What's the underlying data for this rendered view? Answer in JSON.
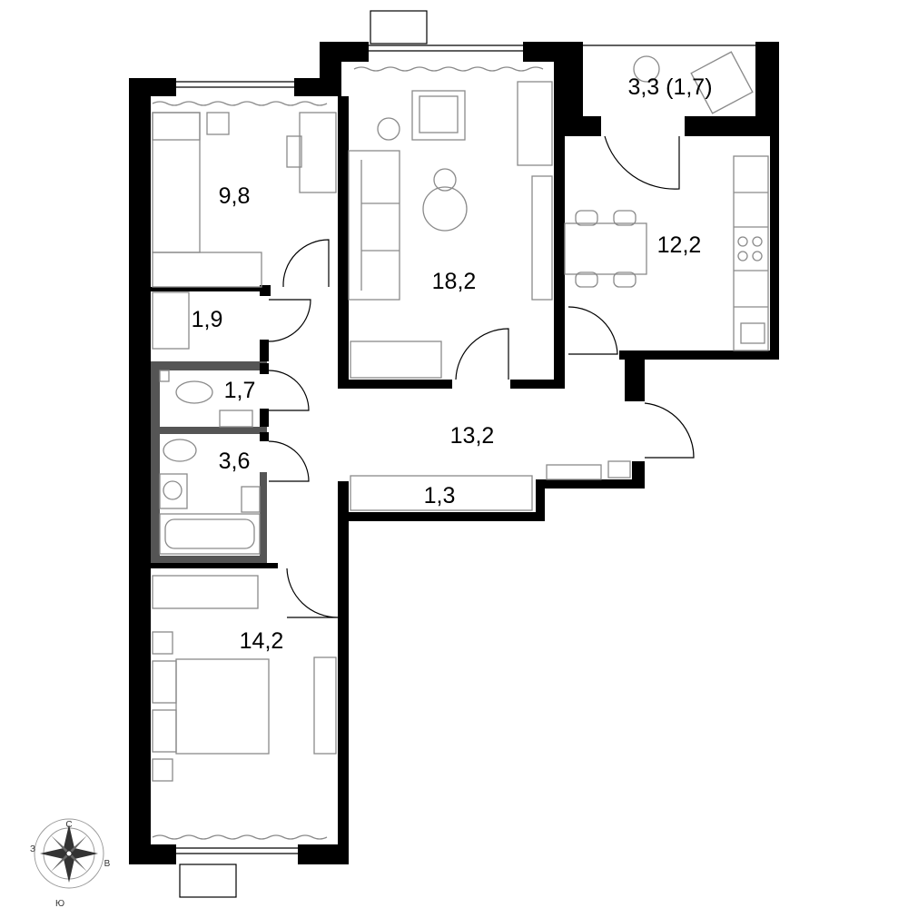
{
  "rooms": {
    "bedroom_small": "9,8",
    "living_room": "18,2",
    "balcony": "3,3 (1,7)",
    "kitchen": "12,2",
    "wardrobe": "1,9",
    "toilet": "1,7",
    "bathroom": "3,6",
    "hall": "13,2",
    "storage": "1,3",
    "bedroom_large": "14,2"
  },
  "compass": {
    "north": "С",
    "south": "Ю",
    "east": "В",
    "west": "З",
    "icon": "compass-rose-icon"
  },
  "colors": {
    "wall": "#000000",
    "furniture": "#8a8a8a",
    "background": "#ffffff"
  }
}
